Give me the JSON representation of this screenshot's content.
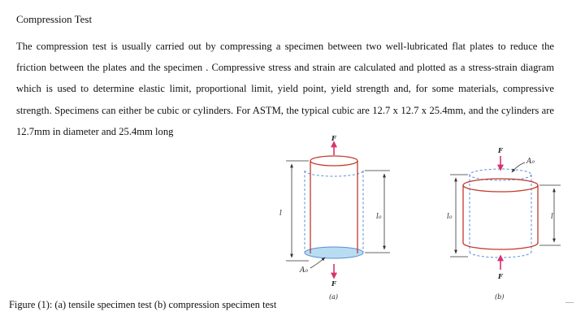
{
  "document": {
    "title": "Compression Test",
    "paragraph": "The compression test is usually carried out by compressing a specimen between two well-lubricated flat plates  to reduce the friction between the plates and the specimen . Compressive stress and strain are calculated and plotted as a stress-strain diagram which is used to determine elastic limit, proportional limit, yield point, yield strength and, for some materials, compressive strength. Specimens can either be cubic or cylinders. For ASTM, the typical cubic are 12.7 x 12.7 x 25.4mm, and the cylinders are 12.7mm in diameter and 25.4mm long",
    "caption": "Figure (1):  (a) tensile specimen test  (b) compression specimen test",
    "corner_mark": "—"
  },
  "figure": {
    "colors": {
      "specimen": "#c0392b",
      "original_outline": "#5b8fd6",
      "force_arrow": "#d6336c",
      "area_fill": "#b8dcf2",
      "dimension": "#333333"
    },
    "a": {
      "force_top": "F",
      "force_bottom": "F",
      "area": "A₀",
      "length_deformed": "l",
      "length_original": "l₀",
      "caption": "(a)"
    },
    "b": {
      "force_top": "F",
      "force_bottom": "F",
      "area": "A₀",
      "length_original": "l₀",
      "length_deformed": "l",
      "caption": "(b)"
    }
  }
}
